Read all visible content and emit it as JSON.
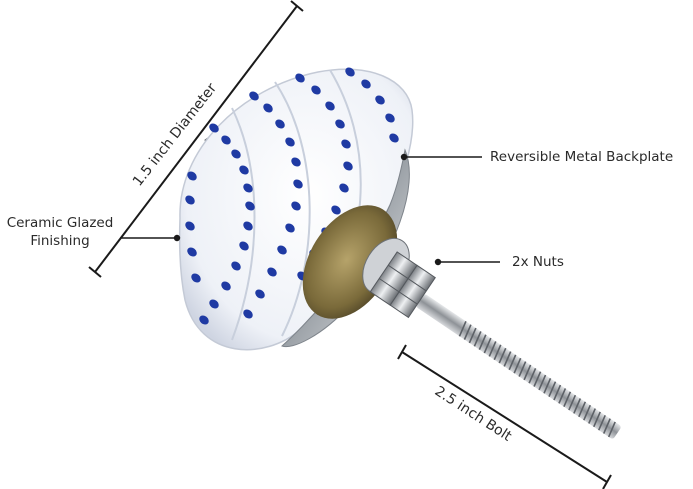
{
  "labels": {
    "diameter": "1.5 inch Diameter",
    "ceramic_line1": "Ceramic Glazed",
    "ceramic_line2": "Finishing",
    "backplate": "Reversible Metal Backplate",
    "nuts": "2x Nuts",
    "bolt": "2.5 inch Bolt"
  },
  "colors": {
    "text": "#2a2a2a",
    "line": "#1a1a1a",
    "porcelain": "#f4f6fb",
    "dots": "#1f3aa3",
    "metal": "#c9ccd1",
    "brass": "#8a7a45"
  },
  "icons": [
    "ceramic-knob-illustration"
  ]
}
